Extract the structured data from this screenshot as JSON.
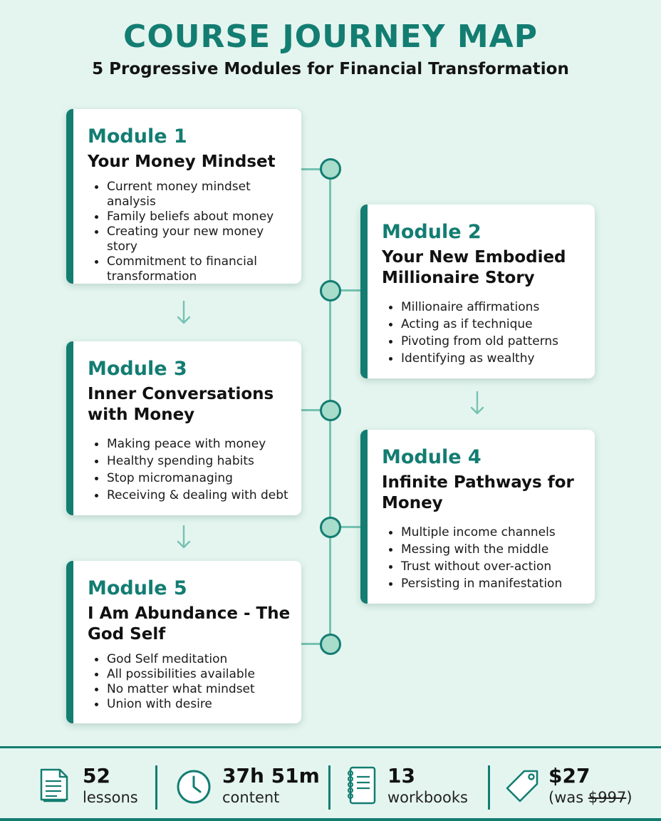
{
  "header": {
    "title": "COURSE JOURNEY MAP",
    "subtitle": "5 Progressive Modules for Financial Transformation"
  },
  "modules": [
    {
      "number": "Module 1",
      "title": "Your Money Mindset",
      "bullets": [
        "Current money mindset analysis",
        "Family beliefs about money",
        "Creating your new money story",
        "Commitment to financial transformation"
      ]
    },
    {
      "number": "Module 2",
      "title": "Your New Embodied Millionaire Story",
      "bullets": [
        "Millionaire affirmations",
        "Acting as if technique",
        "Pivoting from old patterns",
        "Identifying as wealthy"
      ]
    },
    {
      "number": "Module 3",
      "title": "Inner Conversations with Money",
      "bullets": [
        "Making peace with money",
        "Healthy spending habits",
        "Stop micromanaging",
        "Receiving & dealing with debt"
      ]
    },
    {
      "number": "Module 4",
      "title": "Infinite Pathways for Money",
      "bullets": [
        "Multiple income channels",
        "Messing with the middle",
        "Trust without over-action",
        "Persisting in manifestation"
      ]
    },
    {
      "number": "Module 5",
      "title": "I Am Abundance - The God Self",
      "bullets": [
        "God Self meditation",
        "All possibilities available",
        "No matter what mindset",
        "Union with desire"
      ]
    }
  ],
  "stats": {
    "lessons": {
      "value": "52",
      "label": "lessons",
      "icon": "document-icon"
    },
    "content": {
      "value": "37h 51m",
      "label": "content",
      "icon": "clock-icon"
    },
    "workbooks": {
      "value": "13",
      "label": "workbooks",
      "icon": "notebook-icon"
    },
    "price": {
      "value": "$27",
      "label_prefix": "(was ",
      "old_price": "$997",
      "label_suffix": ")",
      "icon": "price-tag-icon"
    }
  },
  "colors": {
    "accent": "#137d72",
    "background": "#e4f5ef",
    "timeline": "#76c2b1",
    "node_fill": "#a8dccb"
  }
}
